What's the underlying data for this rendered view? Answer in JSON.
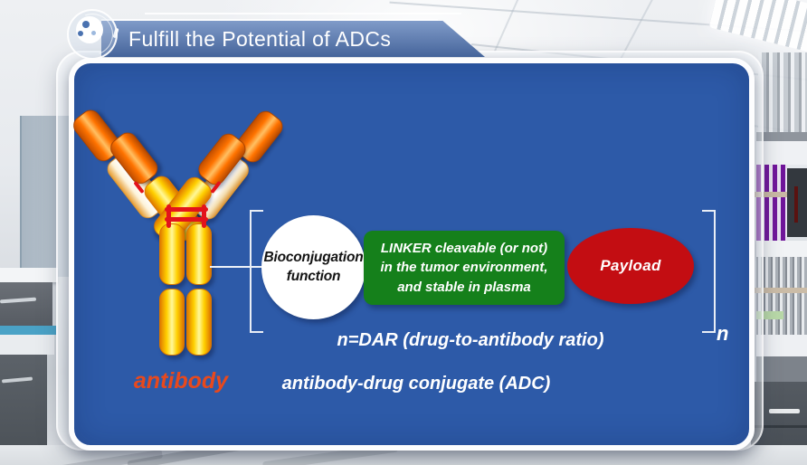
{
  "header": {
    "title": "Fulfill the Potential of ADCs",
    "icon": "cell-molecule-icon"
  },
  "panel": {
    "antibody_label": "antibody",
    "bioconjugation": {
      "line1": "Bioconjugation",
      "line2": "function"
    },
    "linker": {
      "line1": "LINKER cleavable (or not)",
      "line2": "in the tumor environment,",
      "line3": "and stable in plasma"
    },
    "payload_label": "Payload",
    "n_subscript": "n",
    "dar_note": "n=DAR (drug-to-antibody ratio)",
    "adc_caption": "antibody-drug conjugate (ADC)"
  },
  "colors": {
    "panel_blue": "#2d5aa8",
    "banner_blue": "#4a72b4",
    "linker_green": "#15801b",
    "payload_red": "#c30d12",
    "antibody_label_orange": "#e8491d",
    "hinge_red": "#e3131b",
    "antibody_yellow": "#ffd000",
    "antibody_orange": "#ff7300"
  }
}
